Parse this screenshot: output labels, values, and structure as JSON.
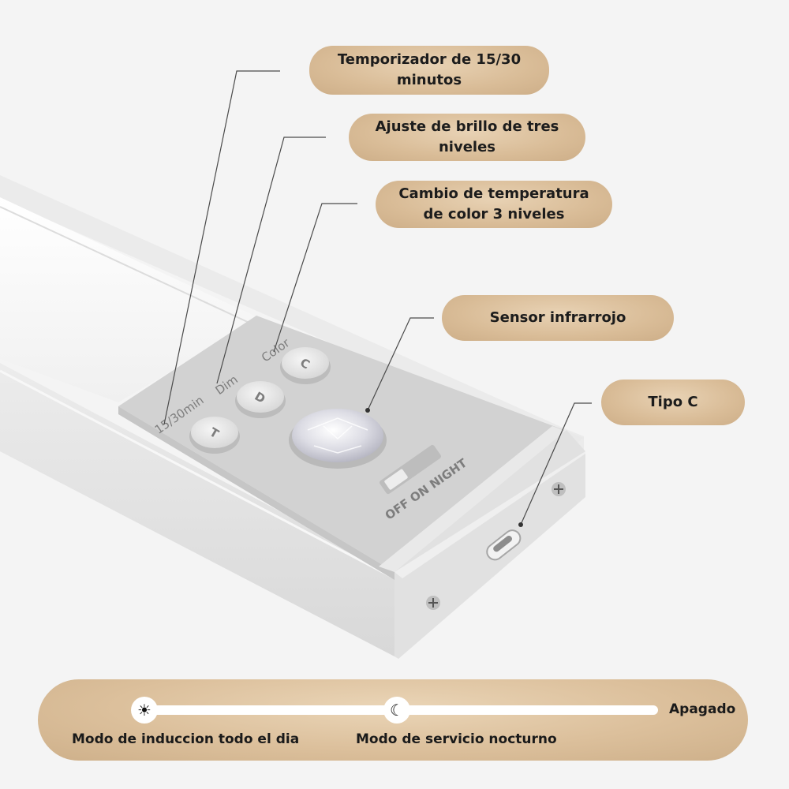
{
  "callouts": {
    "timer": "Temporizador de 15/30 minutos",
    "brightness": "Ajuste de brillo de tres niveles",
    "color_temp": "Cambio de temperatura de color 3 niveles",
    "infrared": "Sensor infrarrojo",
    "type_c": "Tipo C"
  },
  "device": {
    "button_labels": {
      "timer": "15/30min",
      "dim": "Dim",
      "color": "Color"
    },
    "button_letters": {
      "timer": "T",
      "dim": "D",
      "color": "C"
    },
    "switch_label": "OFF ON NIGHT"
  },
  "mode_bar": {
    "day_mode": "Modo de induccion todo el dia",
    "night_mode": "Modo de servicio nocturno",
    "off": "Apagado",
    "day_icon": "sun-icon",
    "night_icon": "moon-icon"
  },
  "colors": {
    "callout_bg": "#dcc09c",
    "housing": "#e4e4e4",
    "panel": "#d2d2d2"
  }
}
